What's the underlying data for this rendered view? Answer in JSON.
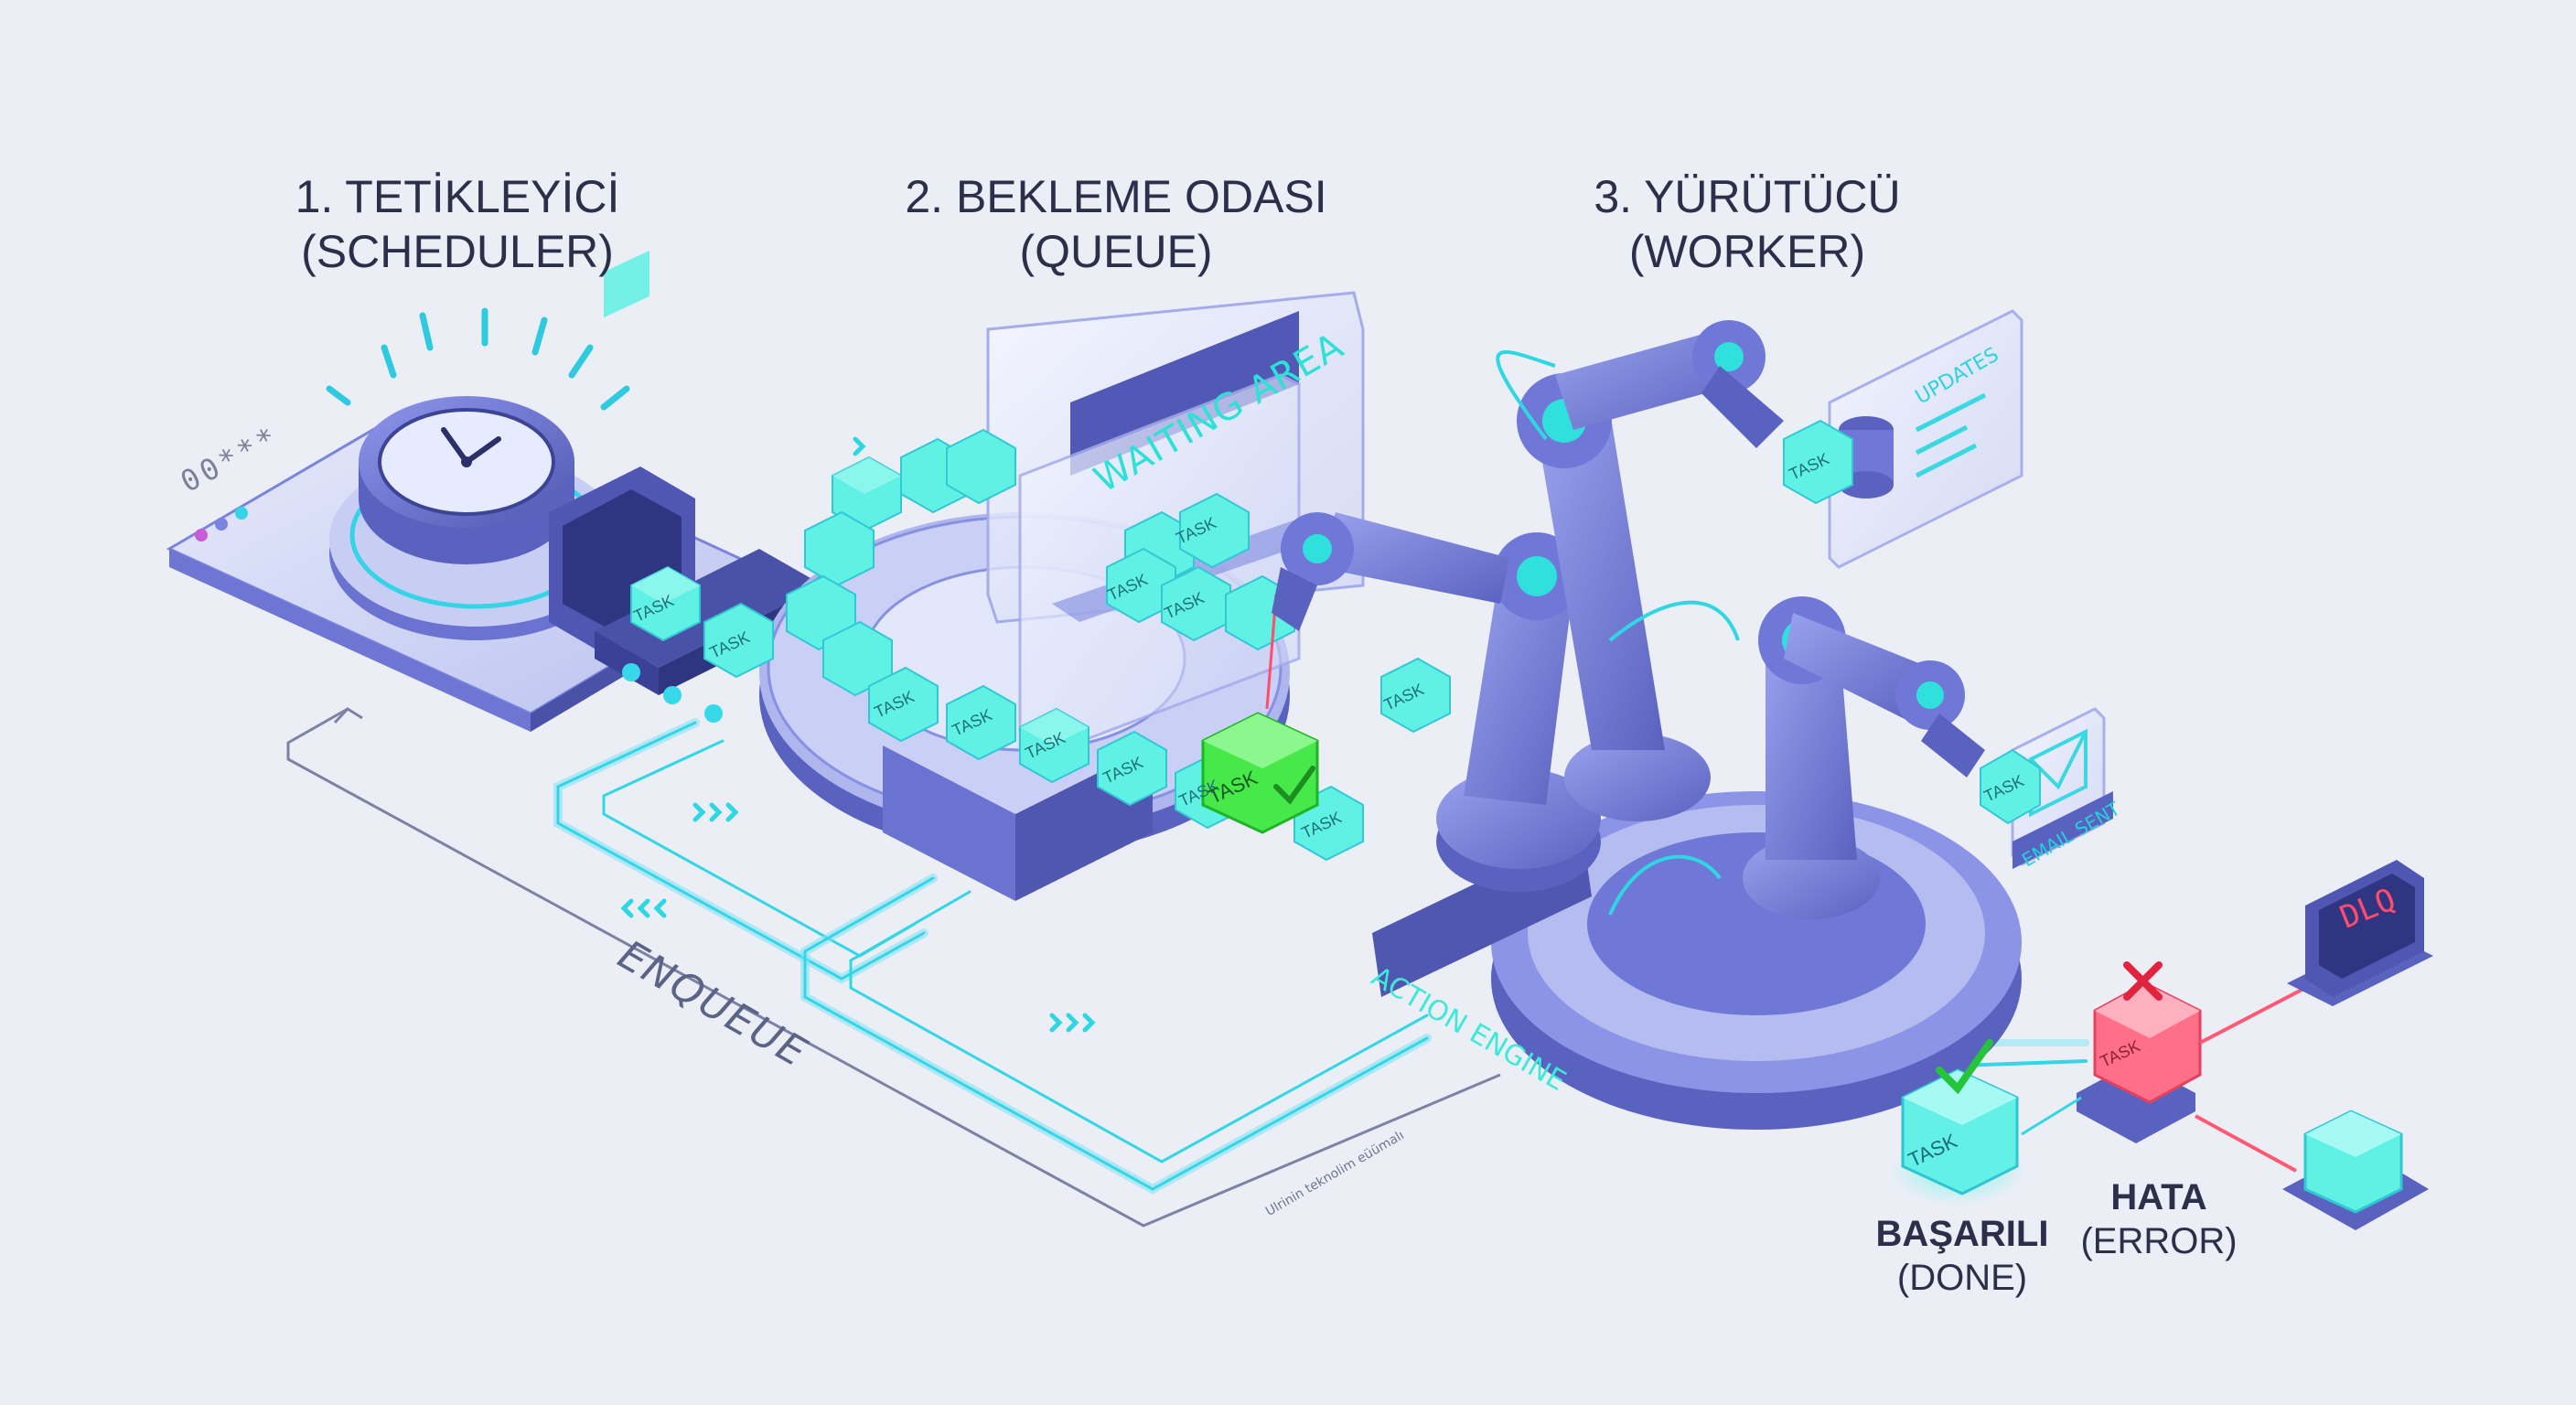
{
  "stages": [
    {
      "title": "1. TETİKLEYİCİ",
      "subtitle": "(SCHEDULER)"
    },
    {
      "title": "2. BEKLEME ODASI",
      "subtitle": "(QUEUE)"
    },
    {
      "title": "3. YÜRÜTÜCÜ",
      "subtitle": "(WORKER)"
    }
  ],
  "labels": {
    "enqueue": "ENQUEUE",
    "waiting_area": "WAITING AREA",
    "action_engine": "ACTION ENGINE",
    "updates": "UPDATES",
    "email_sent": "EMAIL SENT",
    "dlq": "DLQ",
    "task": "TASK",
    "password_mask": "00***",
    "footnote": "Ulrinin teknolim eüümalı"
  },
  "results": {
    "success": {
      "title": "BAŞARILI",
      "subtitle": "(DONE)"
    },
    "error": {
      "title": "HATA",
      "subtitle": "(ERROR)"
    }
  },
  "colors": {
    "background": "#eceef6",
    "machine": "#6f78d6",
    "machine_dark": "#4f57b0",
    "cube": "#5ff2e4",
    "active_task": "#46e84a",
    "error": "#ff6b85",
    "text": "#2b2f4a"
  }
}
